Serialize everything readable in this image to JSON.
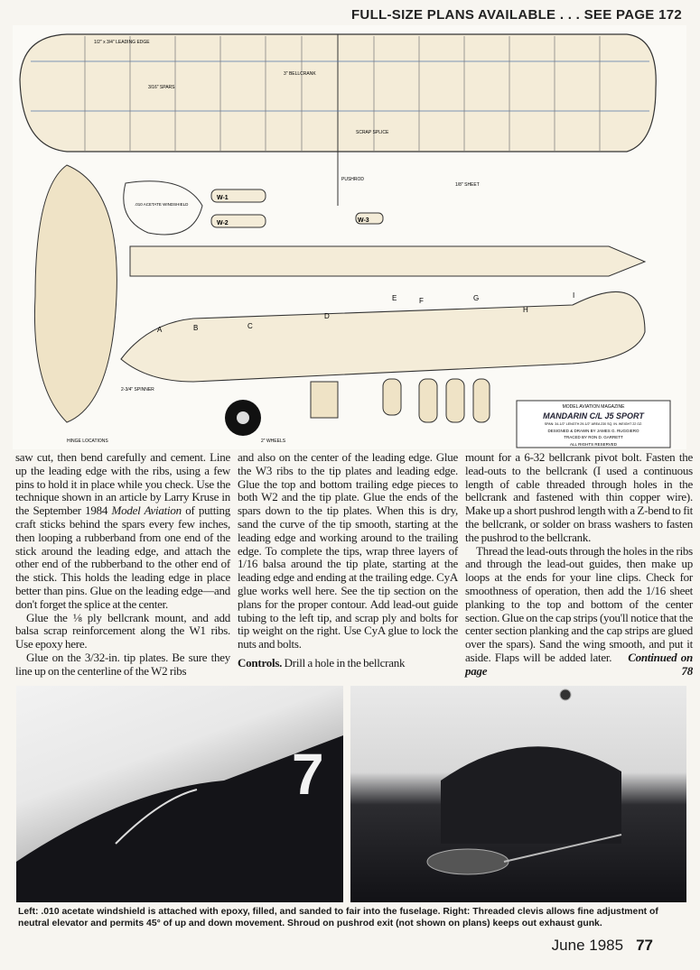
{
  "header": {
    "title": "FULL-SIZE PLANS AVAILABLE . . . SEE PAGE 172"
  },
  "plans": {
    "labels": {
      "w1": "W-1",
      "w2": "W-2",
      "w3": "W-3",
      "leading_edge": "1/2\" x 3/4\" LEADING EDGE",
      "spars": "3/16\" SPARS",
      "bellcrank": "3\" BELLCRANK",
      "scrap_splice": "SCRAP SPLICE",
      "pushrod": "PUSHROD",
      "windshield": ".010 ACETATE WINDSHIELD",
      "sheet": "1/8\" SHEET",
      "spinner": "2-3/4\" SPINNER",
      "wheels": "2\" WHEELS",
      "hinge": "HINGE LOCATIONS"
    },
    "stations": [
      "A",
      "B",
      "C",
      "D",
      "E",
      "F",
      "G",
      "H",
      "I"
    ],
    "title_block": {
      "magazine": "MODEL AVIATION MAGAZINE",
      "name": "MANDARIN C/L J5 SPORT",
      "specs": "SPAN: 34-1/2\"  LENGTH 29-1/2\"  AREA 230 SQ. IN.  WEIGHT 22 OZ.",
      "designed": "DESIGNED & DRAWN BY JAMES G. RUGGIERO",
      "traced": "TRACED BY RON D. GARRETT",
      "rights": "ALL RIGHTS RESERVED"
    }
  },
  "article": {
    "col1": [
      "saw cut, then bend carefully and cement. Line up the leading edge with the ribs, using a few pins to hold it in place while you check. Use the technique shown in an article by Larry Kruse in the September 1984 ",
      "Model Aviation",
      " of putting craft sticks behind the spars every few inches, then looping a rubberband from one end of the stick around the leading edge, and attach the other end of the rubberband to the other end of the stick. This holds the leading edge in place better than pins. Glue on the leading edge—and don't forget the splice at the center.",
      "Glue the ⅛ ply bellcrank mount, and add balsa scrap reinforcement along the W1 ribs. Use epoxy here.",
      "Glue on the 3/32-in. tip plates. Be sure they line up on the centerline of the W2 ribs"
    ],
    "col2": [
      "and also on the center of the leading edge. Glue the W3 ribs to the tip plates and leading edge. Glue the top and bottom trailing edge pieces to both W2 and the tip plate. Glue the ends of the spars down to the tip plates. When this is dry, sand the curve of the tip smooth, starting at the leading edge and working around to the trailing edge. To complete the tips, wrap three layers of 1/16 balsa around the tip plate, starting at the leading edge and ending at the trailing edge. CyA glue works well here. See the tip section on the plans for the proper contour. Add lead-out guide tubing to the left tip, and scrap ply and bolts for tip weight on the right. Use CyA glue to lock the nuts and bolts.",
      "Controls.",
      " Drill a hole in the bellcrank"
    ],
    "col3": [
      "mount for a 6-32 bellcrank pivot bolt. Fasten the lead-outs to the bellcrank (I used a continuous length of cable threaded through holes in the bellcrank and fastened with thin copper wire). Make up a short pushrod length with a Z-bend to fit the bellcrank, or solder on brass washers to fasten the pushrod to the bellcrank.",
      "Thread the lead-outs through the holes in the ribs and through the lead-out guides, then make up loops at the ends for your line clips. Check for smoothness of operation, then add the 1/16 sheet planking to the top and bottom of the center section. Glue on the cap strips (you'll notice that the center section planking and the cap strips are glued over the spars). Sand the wing smooth, and put it aside. Flaps will be added later.",
      "Continued on page 78"
    ]
  },
  "photos": {
    "left_number": "7"
  },
  "caption": "Left: .010 acetate windshield is attached with epoxy, filled, and sanded to fair into the fuselage. Right: Threaded clevis allows fine adjustment of neutral elevator and permits 45° of up and down movement. Shroud on pushrod exit (not shown on plans) keeps out exhaust gunk.",
  "footer": {
    "issue": "June 1985",
    "page": "77"
  }
}
